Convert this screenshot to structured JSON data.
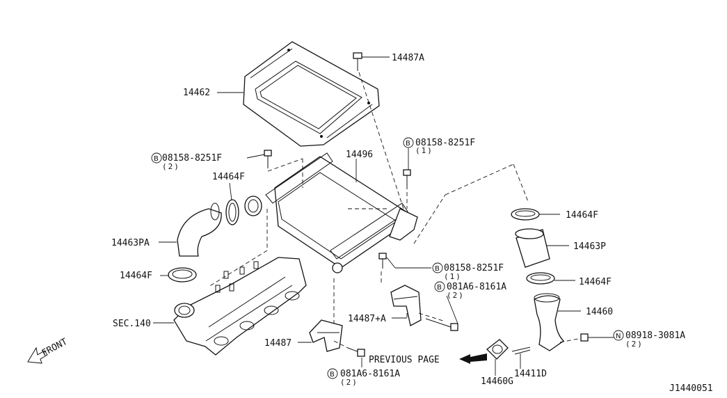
{
  "diagram": {
    "ref_code": "J1440051",
    "direction_label": "FRONT",
    "previous_page_label": "PREVIOUS PAGE",
    "section_ref": "SEC.140",
    "callouts": [
      {
        "id": "c14462",
        "text": "14462"
      },
      {
        "id": "c14487A",
        "text": "14487A"
      },
      {
        "id": "c14496",
        "text": "14496"
      },
      {
        "id": "c14464F_a",
        "text": "14464F"
      },
      {
        "id": "c14463PA",
        "text": "14463PA"
      },
      {
        "id": "c14464F_b",
        "text": "14464F"
      },
      {
        "id": "c14464F_c",
        "text": "14464F"
      },
      {
        "id": "c14463P",
        "text": "14463P"
      },
      {
        "id": "c14464F_d",
        "text": "14464F"
      },
      {
        "id": "c14460",
        "text": "14460"
      },
      {
        "id": "c14487plusA",
        "text": "14487+A"
      },
      {
        "id": "c14487",
        "text": "14487"
      },
      {
        "id": "c14460G",
        "text": "14460G"
      },
      {
        "id": "c14411D",
        "text": "14411D"
      }
    ],
    "fasteners": [
      {
        "id": "f1",
        "prefix": "B",
        "text": "08158-8251F",
        "qty": "(2)"
      },
      {
        "id": "f2",
        "prefix": "B",
        "text": "08158-8251F",
        "qty": "(1)"
      },
      {
        "id": "f3",
        "prefix": "B",
        "text": "08158-8251F",
        "qty": "(1)"
      },
      {
        "id": "f4",
        "prefix": "B",
        "text": "081A6-8161A",
        "qty": "(2)"
      },
      {
        "id": "f5",
        "prefix": "B",
        "text": "081A6-8161A",
        "qty": "(2)"
      },
      {
        "id": "f6",
        "prefix": "N",
        "text": "08918-3081A",
        "qty": "(2)"
      }
    ]
  }
}
